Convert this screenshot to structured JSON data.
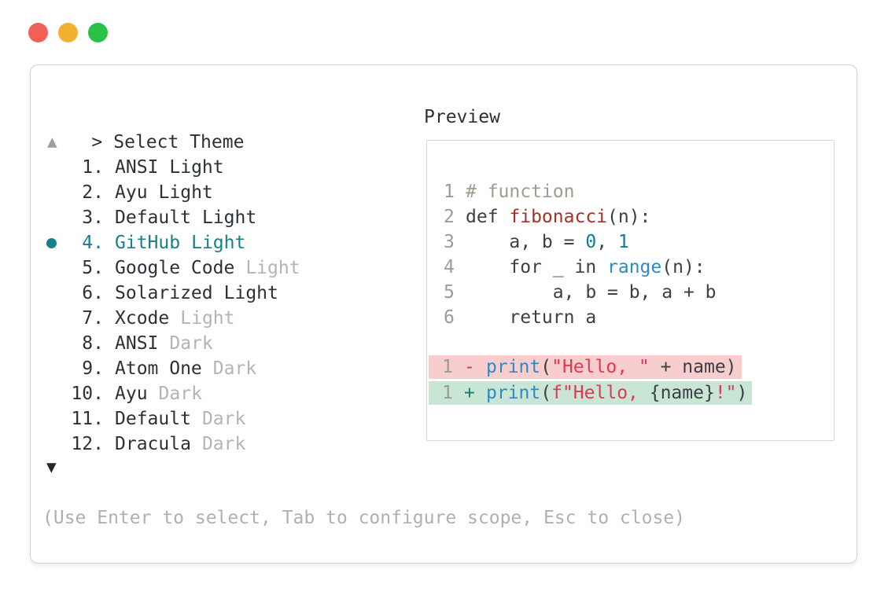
{
  "window": {
    "controls": [
      {
        "name": "close",
        "color": "#f15f59"
      },
      {
        "name": "minimize",
        "color": "#f2b12f"
      },
      {
        "name": "zoom",
        "color": "#2bc046"
      }
    ]
  },
  "panel": {
    "prompt_marker": ">",
    "title": "Select Theme",
    "footer_hint": "(Use Enter to select, Tab to configure scope, Esc to close)"
  },
  "icons": {
    "scroll_up": "▲",
    "scroll_down": "▼",
    "selected_bullet": "●"
  },
  "theme_list": {
    "selected_number": "4.",
    "selected_name": "GitHub Light",
    "items": [
      {
        "number": "1.",
        "name": "ANSI",
        "variant": "Light",
        "variant_muted": false,
        "selected": false
      },
      {
        "number": "2.",
        "name": "Ayu",
        "variant": "Light",
        "variant_muted": false,
        "selected": false
      },
      {
        "number": "3.",
        "name": "Default",
        "variant": "Light",
        "variant_muted": false,
        "selected": false
      },
      {
        "number": "4.",
        "name": "GitHub",
        "variant": "Light",
        "variant_muted": false,
        "selected": true
      },
      {
        "number": "5.",
        "name": "Google Code",
        "variant": "Light",
        "variant_muted": true,
        "selected": false
      },
      {
        "number": "6.",
        "name": "Solarized",
        "variant": "Light",
        "variant_muted": false,
        "selected": false
      },
      {
        "number": "7.",
        "name": "Xcode",
        "variant": "Light",
        "variant_muted": true,
        "selected": false
      },
      {
        "number": "8.",
        "name": "ANSI",
        "variant": "Dark",
        "variant_muted": true,
        "selected": false
      },
      {
        "number": "9.",
        "name": "Atom One",
        "variant": "Dark",
        "variant_muted": true,
        "selected": false
      },
      {
        "number": "10.",
        "name": "Ayu",
        "variant": "Dark",
        "variant_muted": true,
        "selected": false
      },
      {
        "number": "11.",
        "name": "Default",
        "variant": "Dark",
        "variant_muted": true,
        "selected": false
      },
      {
        "number": "12.",
        "name": "Dracula",
        "variant": "Dark",
        "variant_muted": true,
        "selected": false
      }
    ]
  },
  "preview": {
    "title": "Preview",
    "code_lines": [
      {
        "num": "1",
        "tokens": [
          {
            "text": "# function",
            "style": "comment"
          }
        ]
      },
      {
        "num": "2",
        "tokens": [
          {
            "text": "def ",
            "style": "plain"
          },
          {
            "text": "fibonacci",
            "style": "function"
          },
          {
            "text": "(n):",
            "style": "plain"
          }
        ]
      },
      {
        "num": "3",
        "tokens": [
          {
            "text": "    a, b = ",
            "style": "plain"
          },
          {
            "text": "0",
            "style": "number"
          },
          {
            "text": ", ",
            "style": "plain"
          },
          {
            "text": "1",
            "style": "number"
          }
        ]
      },
      {
        "num": "4",
        "tokens": [
          {
            "text": "    for _ in ",
            "style": "plain"
          },
          {
            "text": "range",
            "style": "builtin"
          },
          {
            "text": "(n):",
            "style": "plain"
          }
        ]
      },
      {
        "num": "5",
        "tokens": [
          {
            "text": "        a, b = b, a + b",
            "style": "plain"
          }
        ]
      },
      {
        "num": "6",
        "tokens": [
          {
            "text": "    return a",
            "style": "plain"
          }
        ]
      }
    ],
    "diff_lines": [
      {
        "num": "1",
        "marker": "-",
        "kind": "removed",
        "tokens": [
          {
            "text": "print",
            "style": "builtin"
          },
          {
            "text": "(",
            "style": "plain"
          },
          {
            "text": "\"Hello, \"",
            "style": "string"
          },
          {
            "text": " + name)",
            "style": "plain"
          }
        ]
      },
      {
        "num": "1",
        "marker": "+",
        "kind": "added",
        "tokens": [
          {
            "text": "print",
            "style": "builtin"
          },
          {
            "text": "(",
            "style": "plain"
          },
          {
            "text": "f\"Hello, ",
            "style": "string"
          },
          {
            "text": "{name}",
            "style": "plain"
          },
          {
            "text": "!\"",
            "style": "string"
          },
          {
            "text": ")",
            "style": "plain"
          }
        ]
      }
    ]
  },
  "colors": {
    "accent": "#17808a",
    "text_dark": "#2c3137",
    "text_muted": "#b4b4b4",
    "code_plain": "#3a4046",
    "code_comment": "#9e9e90",
    "code_function": "#a53126",
    "code_number": "#0e7f8b",
    "code_builtin": "#2e8ac4",
    "code_string": "#dd3a56",
    "removed_bg": "#f8cdcd",
    "added_bg": "#c8e6d3",
    "removed_marker": "#d6394a",
    "added_marker": "#177e74",
    "line_number": "#9b9b9b",
    "border": "#d2d2d2",
    "preview_border": "#d8d8d8",
    "footer": "#b0b0b0",
    "scroll_up": "#9e9e9e",
    "scroll_down": "#23272e",
    "light_red": "#f15f59",
    "light_yellow": "#f2b12f",
    "light_green": "#2bc046"
  }
}
